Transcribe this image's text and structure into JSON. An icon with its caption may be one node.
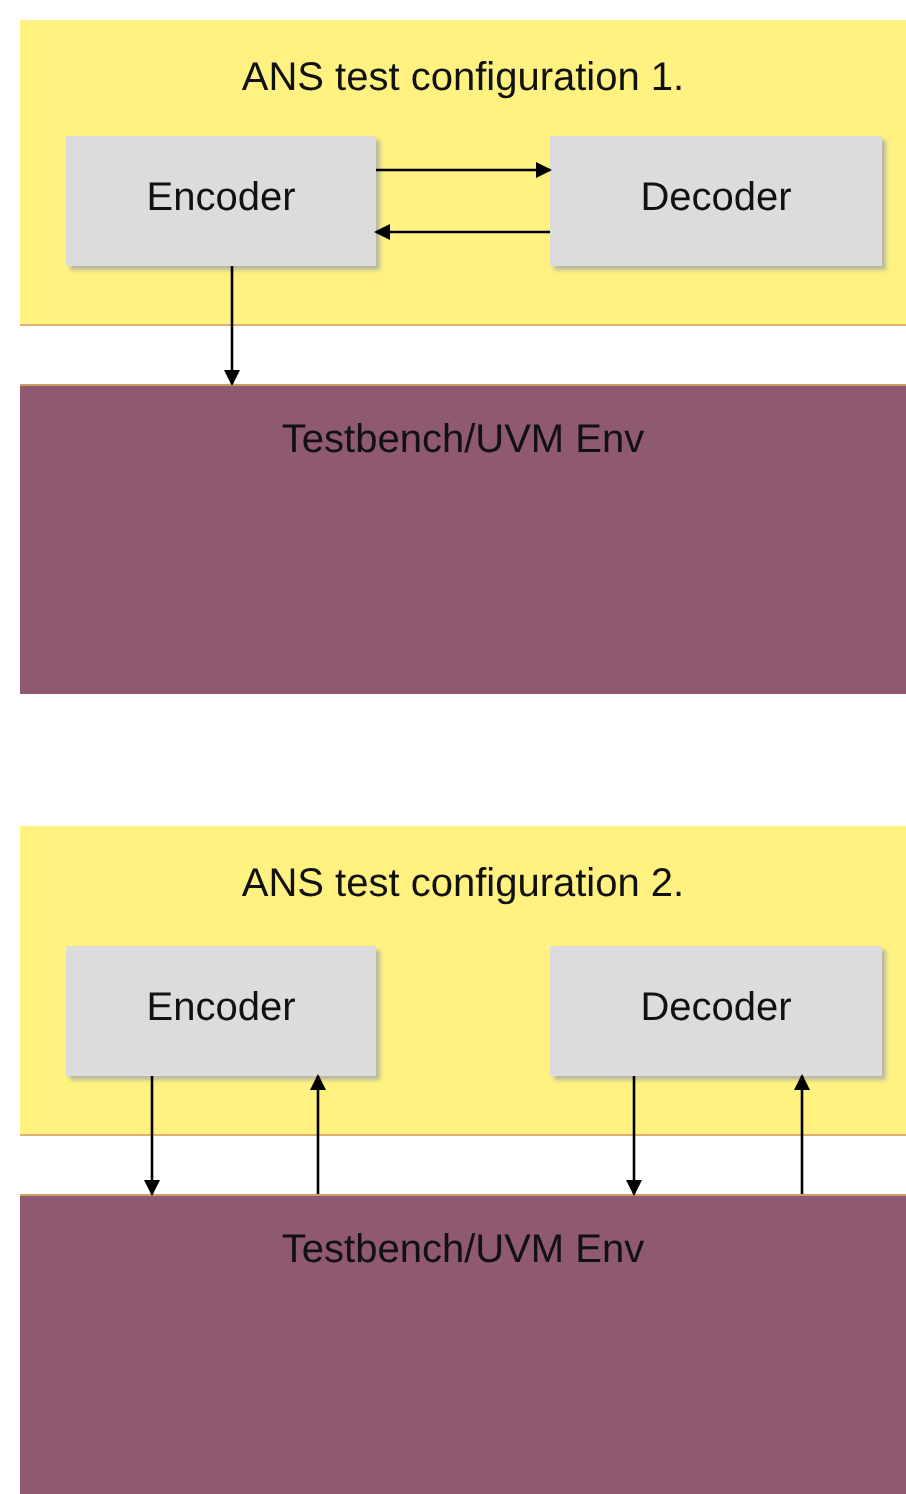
{
  "diagram": {
    "nodes": [
      {
        "text": [
          "ANS test configuration 1."
        ]
      },
      {
        "text": [
          "Encoder"
        ],
        "in": 0
      },
      {
        "text": [
          "Decoder"
        ],
        "in": 0
      },
      {
        "text": [
          "Testbench/UVM Env"
        ]
      },
      {
        "text": [
          "ANS test configuration 2."
        ]
      },
      {
        "text": [
          "Encoder"
        ],
        "in": 4
      },
      {
        "text": [
          "Decoder"
        ],
        "in": 4
      },
      {
        "text": [
          "Testbench/UVM Env"
        ]
      }
    ],
    "edges": [
      {
        "from": 1,
        "to": 2,
        "arrow": "to"
      },
      {
        "from": 2,
        "to": 1,
        "arrow": "to"
      },
      {
        "from": 1,
        "to": 3,
        "arrow": "to"
      },
      {
        "from": 5,
        "to": 7,
        "arrow": "to"
      },
      {
        "from": 7,
        "to": 5,
        "arrow": "to"
      },
      {
        "from": 6,
        "to": 7,
        "arrow": "to"
      },
      {
        "from": 7,
        "to": 6,
        "arrow": "to"
      }
    ]
  }
}
